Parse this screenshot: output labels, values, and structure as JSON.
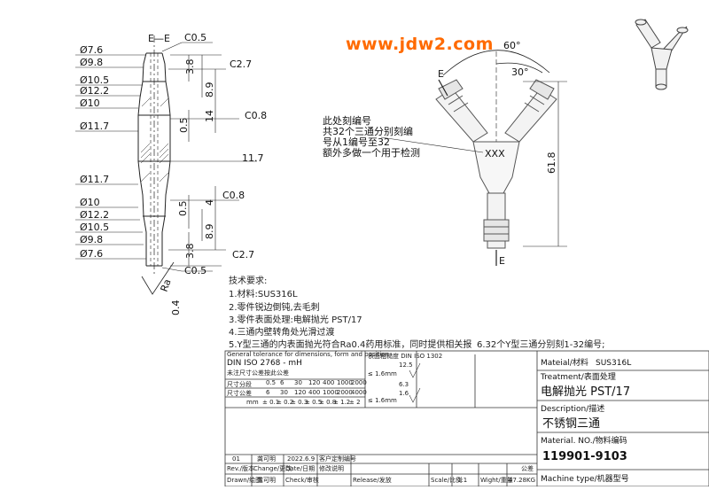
{
  "watermark": "www.jdw2.com",
  "section": {
    "label": "E—E",
    "dims_top": [
      "Ø7.6",
      "Ø9.8",
      "Ø10.5",
      "Ø12.2",
      "Ø10",
      "Ø11.7"
    ],
    "dims_bottom": [
      "Ø11.7",
      "Ø10",
      "Ø12.2",
      "Ø10.5",
      "Ø9.8",
      "Ø7.6"
    ],
    "chamfer_top": "C0.5",
    "chamfer_bottom": "C0.5",
    "c27_top": "C2.7",
    "c27_bottom": "C2.7",
    "c08_top": "C0.8",
    "c08_bottom": "C0.8",
    "len_38_top": "3.8",
    "len_89_top": "8.9",
    "len_05_top": "0.5",
    "len_14": "14",
    "len_117": "11.7",
    "len_4": "4",
    "len_05_bottom": "0.5",
    "len_89_bottom": "8.9",
    "len_38_bottom": "3.8",
    "ra_label": "Ra",
    "ra_value": "0.4"
  },
  "front_view": {
    "angle_60": "60°",
    "angle_30": "30°",
    "height": "61.8",
    "marking": "XXX",
    "section_mark": "E",
    "engrave_note": [
      "此处刻编号",
      "共32个三通分别刻编",
      "号从1编号至32",
      "额外多做一个用于检测"
    ]
  },
  "tech_req": {
    "title": "技术要求:",
    "items": [
      "1.材料:SUS316L",
      "2.零件锐边倒钝,去毛刺",
      "3.零件表面处理:电解抛光 PST/17",
      "4.三通内壁转角处光滑过渡",
      "5.Y型三通的内表面抛光符合Ra0.4药用标准，同时提供相关报",
      "6.32个Y型三通分别刻1-32编号;"
    ]
  },
  "tolerance": {
    "title1": "General tolerance for dimensions, form and position",
    "title2": "DIN  ISO  2768 - mH",
    "title3": "未注尺寸公差按此公差",
    "row_label1": "尺寸分段",
    "row_label2": "尺寸公差",
    "unit": "mm",
    "ranges": [
      "0.5",
      "6",
      "30",
      "120",
      "400",
      "1000",
      "2000"
    ],
    "ranges_hi": [
      "6",
      "30",
      "120",
      "400",
      "1000",
      "2000",
      "4000"
    ],
    "tols": [
      "± 0.1",
      "± 0.2",
      "± 0.3",
      "± 0.5",
      "± 0.8",
      "± 1.2",
      "± 2"
    ],
    "surface_title": "表面粗糙度 DIN ISO 1302",
    "surface_a": "12.5",
    "surface_b": "6.3",
    "surface_c": "1.6",
    "surface_note": "≤ 1.6mm"
  },
  "revision": {
    "rev": "01",
    "by": "龚可明",
    "date": "2022.6.9",
    "desc": "客户定制编号",
    "headers": [
      "Rev./版本",
      "Change/更改",
      "Date/日期",
      "修改说明"
    ]
  },
  "signatures": {
    "drawn_label": "Drawn/绘图",
    "drawn": "龚可明",
    "check_label": "Check/审核",
    "release_label": "Release/发放",
    "scale_label": "Scale/比例",
    "scale": "1:1",
    "weight_label": "Wight/重量",
    "weight": "47.28KG",
    "tol": "公差"
  },
  "title_block": {
    "material_label": "Mateial/材料",
    "material": "SUS316L",
    "treatment_label": "Treatment/表面处理",
    "treatment": "电解抛光 PST/17",
    "desc_label": "Description/描述",
    "desc": "不锈钢三通",
    "matno_label": "Material. NO./物料编码",
    "matno": "119901-9103",
    "machine_label": "Machine type/机器型号"
  }
}
